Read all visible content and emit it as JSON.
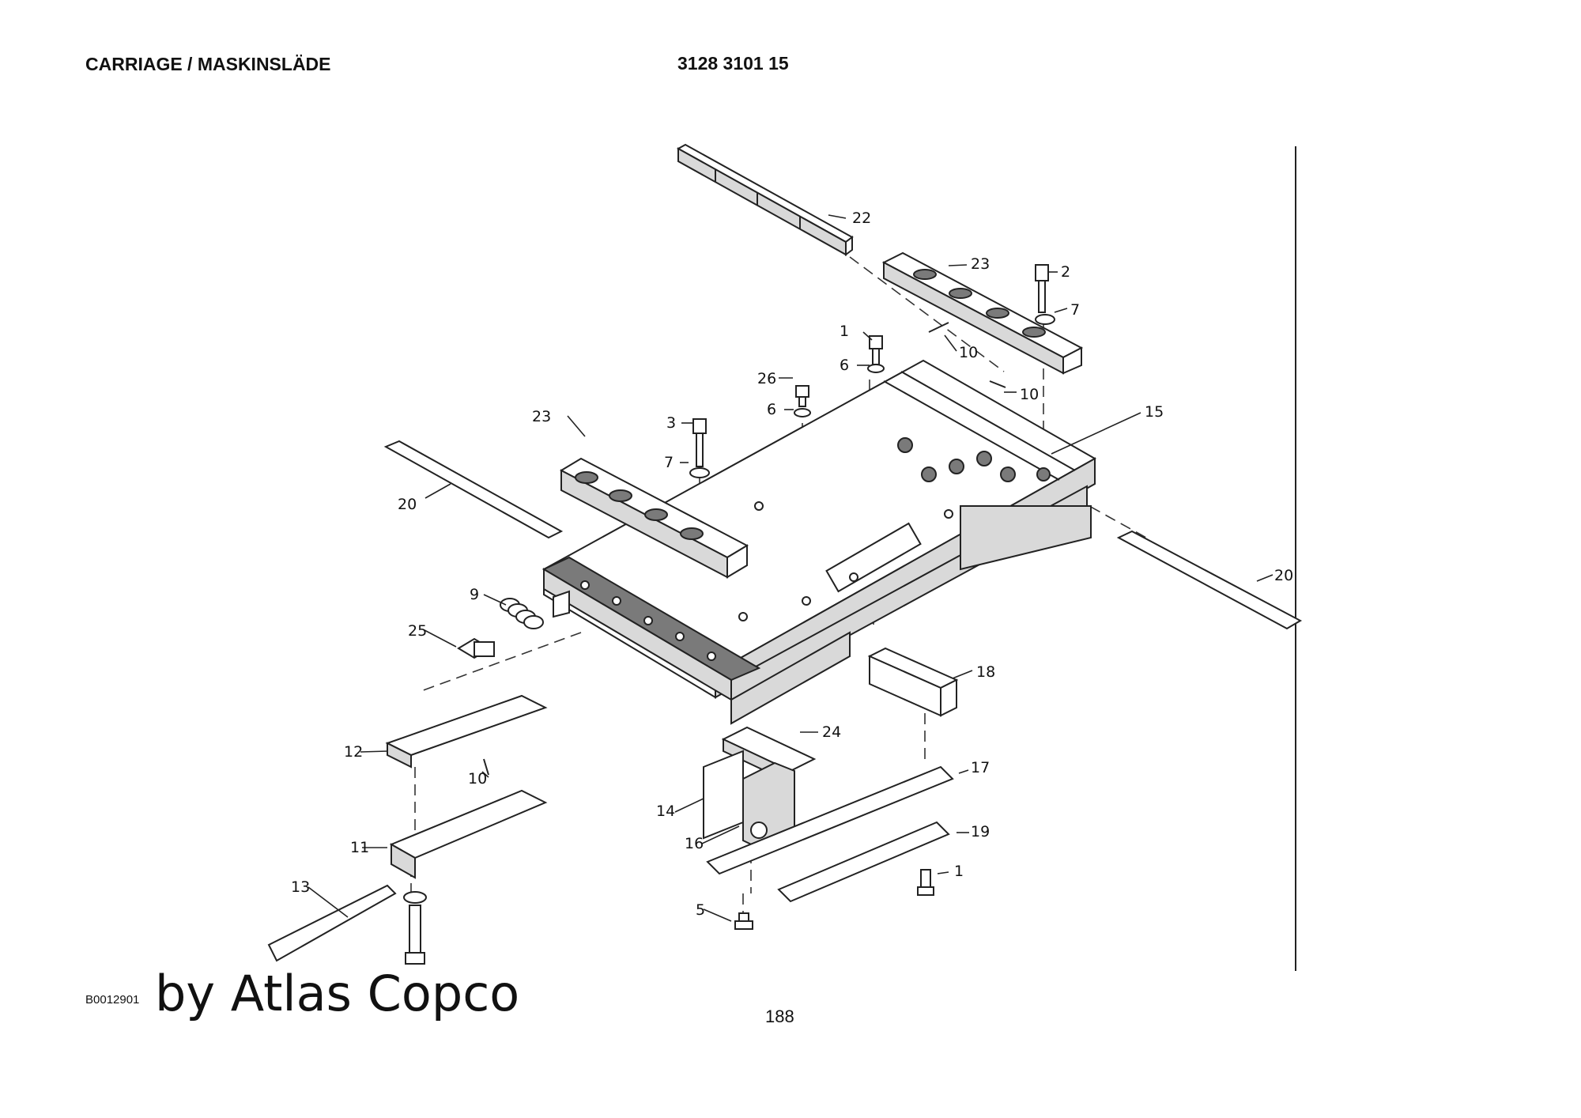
{
  "header": {
    "title": "CARRIAGE / MASKINSLÄDE",
    "part_number": "3128 3101 15"
  },
  "footer": {
    "drawing_code": "B0012901",
    "brand": "by Atlas Copco",
    "page_number": "188"
  },
  "callouts": [
    "22",
    "23",
    "2",
    "7",
    "1",
    "10",
    "6",
    "26",
    "10",
    "15",
    "23",
    "3",
    "6",
    "7",
    "20",
    "9",
    "25",
    "20",
    "18",
    "12",
    "24",
    "10",
    "17",
    "14",
    "16",
    "19",
    "11",
    "1",
    "13",
    "5"
  ]
}
